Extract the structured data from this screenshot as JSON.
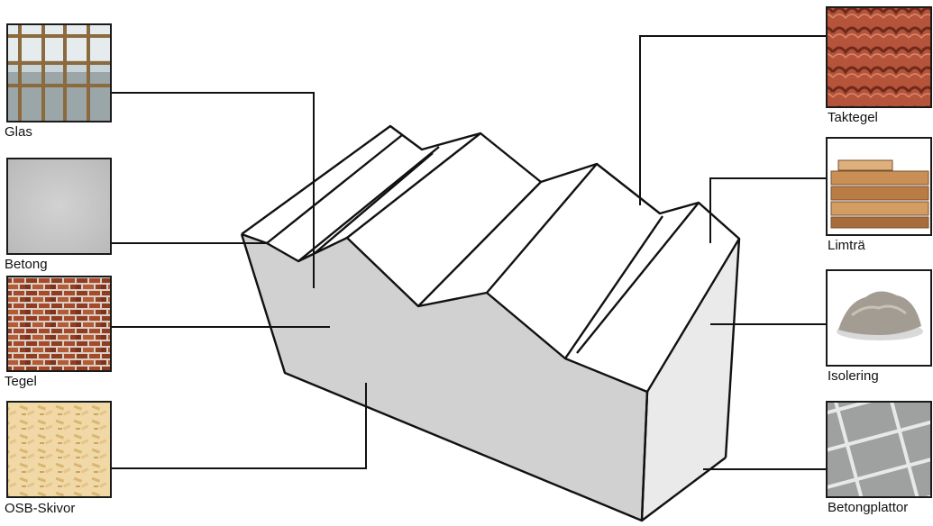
{
  "materials": {
    "glas": {
      "label": "Glas"
    },
    "betong": {
      "label": "Betong"
    },
    "tegel": {
      "label": "Tegel"
    },
    "osb": {
      "label": "OSB-Skivor"
    },
    "taktegel": {
      "label": "Taktegel"
    },
    "limtra": {
      "label": "Limträ"
    },
    "isolering": {
      "label": "Isolering"
    },
    "betongplattor": {
      "label": "Betongplattor"
    }
  }
}
